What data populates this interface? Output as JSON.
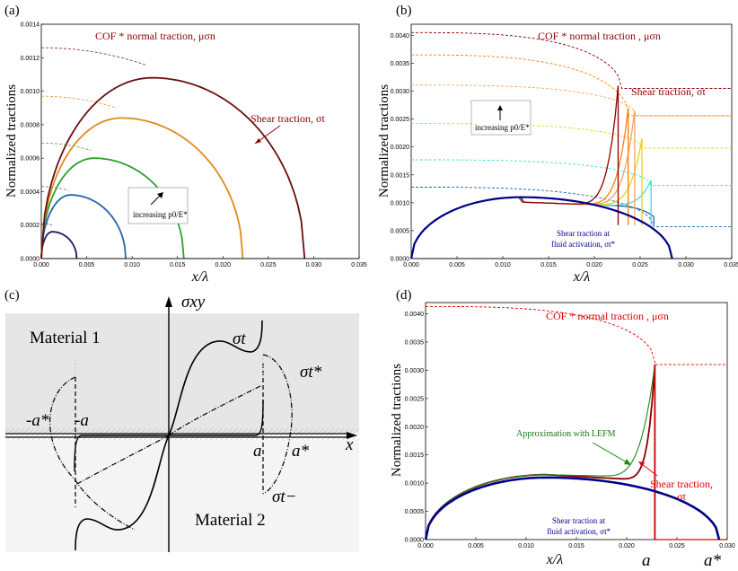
{
  "panels": {
    "a": {
      "label": "(a)",
      "ylabel": "Normalized tractions",
      "xlabel": "x/λ",
      "annotation_cof": "COF * normal traction, μσn",
      "annotation_shear": "Shear traction, σt",
      "annotation_increasing": "increasing p0/E*"
    },
    "b": {
      "label": "(b)",
      "ylabel": "Normalized tractions",
      "xlabel": "x/λ",
      "annotation_cof": "COF * normal traction , μσn",
      "annotation_shear": "Shear traction, σt",
      "annotation_increasing": "increasing p0/E*",
      "annotation_fluid_1": "Shear traction at",
      "annotation_fluid_2": "fluid activation, σt*"
    },
    "c": {
      "label": "(c)",
      "yaxis": "σxy",
      "xaxis": "x",
      "material1": "Material 1",
      "material2": "Material 2",
      "neg_astar": "-a*",
      "neg_a": "-a",
      "a": "a",
      "astar": "a*",
      "sigma_t": "σt",
      "sigma_t_star": "σt*",
      "sigma_t_minus": "σt−"
    },
    "d": {
      "label": "(d)",
      "ylabel": "Normalized tractions",
      "xlabel": "x/λ",
      "x_a": "a",
      "x_astar": "a*",
      "annotation_cof": "COF * normal traction , μσn",
      "annotation_lefm": "Approximation with LEFM",
      "annotation_shear_1": "Shear traction,",
      "annotation_shear_2": "σt",
      "annotation_fluid_1": "Shear traction at",
      "annotation_fluid_2": "fluid activation, σt*"
    }
  },
  "chart_data": [
    {
      "id": "a",
      "type": "line",
      "title": "",
      "xlabel": "x/λ",
      "ylabel": "Normalized tractions",
      "xlim": [
        0,
        0.035
      ],
      "ylim": [
        0,
        0.0014
      ],
      "xticks": [
        "0.000",
        "0.005",
        "0.010",
        "0.015",
        "0.020",
        "0.025",
        "0.030",
        "0.035"
      ],
      "yticks": [
        "0.0000",
        "0.0002",
        "0.0004",
        "0.0006",
        "0.0008",
        "0.0010",
        "0.0012",
        "0.0014"
      ],
      "series": [
        {
          "color": "#1a1a5e",
          "end": 0.0039,
          "peak_x": 0.0012,
          "peak_y": 0.00016,
          "cof_y0": 0.00021
        },
        {
          "color": "#2166ac",
          "end": 0.0093,
          "peak_x": 0.0032,
          "peak_y": 0.00038,
          "cof_y0": 0.00043
        },
        {
          "color": "#2ca02c",
          "end": 0.0157,
          "peak_x": 0.0058,
          "peak_y": 0.0006,
          "cof_y0": 0.00069
        },
        {
          "color": "#e08a1e",
          "end": 0.0222,
          "peak_x": 0.0088,
          "peak_y": 0.00084,
          "cof_y0": 0.00097
        },
        {
          "color": "#6b0f0f",
          "end": 0.029,
          "peak_x": 0.0122,
          "peak_y": 0.00108,
          "cof_y0": 0.00126
        }
      ]
    },
    {
      "id": "b",
      "type": "line",
      "title": "",
      "xlabel": "x/λ",
      "ylabel": "Normalized tractions",
      "xlim": [
        0,
        0.035
      ],
      "ylim": [
        0,
        0.0042
      ],
      "xticks": [
        "0.000",
        "0.005",
        "0.010",
        "0.015",
        "0.020",
        "0.025",
        "0.030",
        "0.035"
      ],
      "yticks": [
        "0.0000",
        "0.0005",
        "0.0010",
        "0.0015",
        "0.0020",
        "0.0025",
        "0.0030",
        "0.0035",
        "0.0040"
      ],
      "series": [
        {
          "color": "#2166ac",
          "cof_y0": 0.00128,
          "cof_end": 0.0265,
          "cof_tail": 0.00057,
          "spike_x": 0.0265,
          "spike_top": 0.00075,
          "end": 0.0285
        },
        {
          "color": "#40e0d0",
          "cof_y0": 0.00177,
          "cof_end": 0.0262,
          "cof_tail": 0.00131,
          "spike_x": 0.0262,
          "spike_top": 0.0014,
          "end": 0.0285
        },
        {
          "color": "#e8d020",
          "cof_y0": 0.00242,
          "cof_end": 0.0252,
          "cof_tail": 0.00198,
          "spike_x": 0.0252,
          "spike_top": 0.00215,
          "end": 0.0285
        },
        {
          "color": "#f4a460",
          "cof_y0": 0.00311,
          "cof_end": 0.0246,
          "cof_tail": 0.00256,
          "spike_x": 0.0244,
          "spike_top": 0.00265,
          "end": 0.0285
        },
        {
          "color": "#ff7f0e",
          "cof_y0": 0.00365,
          "cof_end": 0.0238,
          "cof_tail": 0.00256,
          "spike_x": 0.0237,
          "spike_top": 0.0027,
          "end": 0.0285
        },
        {
          "color": "#8b0000",
          "cof_y0": 0.00405,
          "cof_end": 0.023,
          "cof_tail": 0.00305,
          "spike_x": 0.0226,
          "spike_top": 0.0031,
          "end": 0.0285
        }
      ],
      "fluid_activation": {
        "color": "#00008b",
        "end": 0.0285,
        "peak_x": 0.012,
        "peak_y": 0.0011
      }
    },
    {
      "id": "d",
      "type": "line",
      "title": "",
      "xlabel": "x/λ",
      "ylabel": "Normalized tractions",
      "xlim": [
        0,
        0.03
      ],
      "ylim": [
        0,
        0.0042
      ],
      "xticks": [
        "0.000",
        "0.005",
        "0.010",
        "0.015",
        "0.020",
        "0.025",
        "0.030"
      ],
      "yticks": [
        "0.0000",
        "0.0005",
        "0.0010",
        "0.0015",
        "0.0020",
        "0.0025",
        "0.0030",
        "0.0035",
        "0.0040"
      ],
      "a": 0.0228,
      "astar": 0.0292,
      "cof": {
        "color": "#e00000",
        "y0": 0.00413,
        "y_at_a": 0.00315,
        "tail": 0.0031
      },
      "shear": {
        "color": "#8b0000",
        "plateau": 0.00115,
        "y_at_a": 0.0031
      },
      "lefm": {
        "color": "#1a8a1a"
      },
      "fluid_activation": {
        "color": "#00008b",
        "peak_x": 0.012,
        "peak_y": 0.0011
      }
    }
  ]
}
